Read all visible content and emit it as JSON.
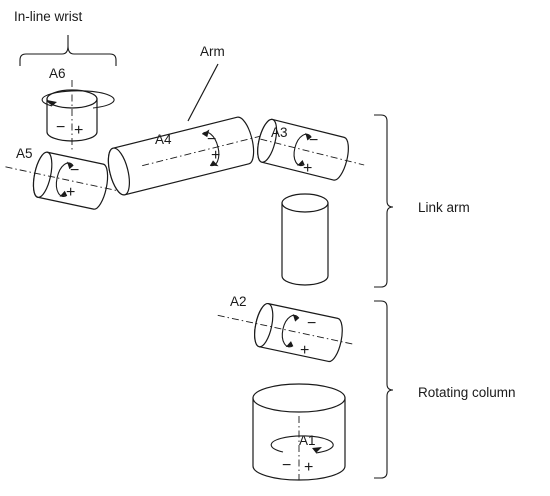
{
  "labels": {
    "in_line_wrist": "In-line wrist",
    "arm": "Arm",
    "link_arm": "Link arm",
    "rotating_column": "Rotating column"
  },
  "axes": {
    "a1": "A1",
    "a2": "A2",
    "a3": "A3",
    "a4": "A4",
    "a5": "A5",
    "a6": "A6"
  },
  "signs": {
    "minus": "−",
    "plus": "+"
  }
}
